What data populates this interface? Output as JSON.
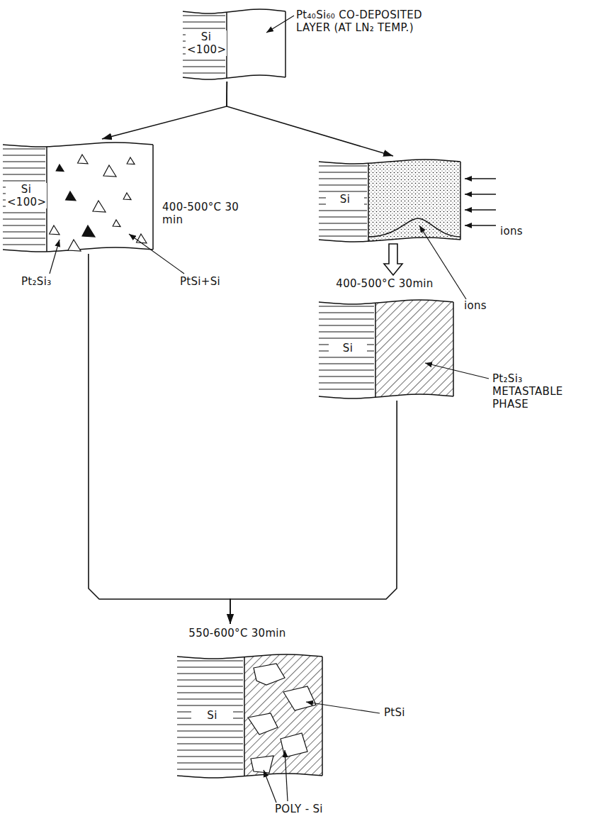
{
  "diagram": {
    "nodes": [
      {
        "text": [
          "Si <100>",
          "Pt₄₀Si₆₀ CO-DEPOSITED LAYER (AT LN₂ TEMP.)"
        ]
      },
      {
        "text": [
          "Si <100>",
          "400-500°C 30 min",
          "PtSi+Si",
          "Pt₂Si₃"
        ]
      },
      {
        "text": [
          "Si",
          "ions",
          "ions"
        ]
      },
      {
        "text": [
          "Si",
          "Pt₂Si₃ METASTABLE PHASE"
        ]
      },
      {
        "text": [
          "Si",
          "PtSi",
          "POLY - Si"
        ]
      }
    ],
    "edges": [
      {
        "from": 0,
        "to": 1,
        "arrow": "to"
      },
      {
        "from": 0,
        "to": 2,
        "arrow": "to"
      },
      {
        "from": 2,
        "to": 3,
        "arrow": "to",
        "label": "400-500°C 30min"
      },
      {
        "from": 1,
        "to": 4,
        "arrow": "to",
        "label": "550-600°C 30min"
      },
      {
        "from": 3,
        "to": 4,
        "arrow": "to"
      }
    ]
  }
}
